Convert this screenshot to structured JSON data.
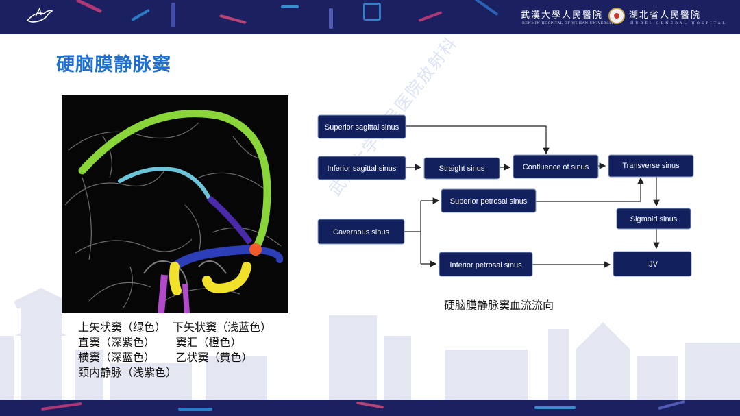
{
  "header": {
    "hospital_cn_1": "武漢大學人民醫院",
    "hospital_en_1": "RENMIN HOSPITAL OF WUHAN UNIVERSITY",
    "hospital_cn_2": "湖北省人民醫院",
    "hospital_en_2": "HUBEI GENERAL HOSPITAL",
    "brand_color": "#1b2160"
  },
  "slide": {
    "title": "硬脑膜静脉窦",
    "title_color": "#1e6fd2"
  },
  "image_caption": {
    "line1": "上矢状窦（绿色）  下矢状窦（浅蓝色）",
    "line2": "直窦（深紫色）      窦汇（橙色）",
    "line3": "横窦（深蓝色）      乙状窦（黄色）",
    "line4": "颈内静脉（浅紫色）"
  },
  "flowchart": {
    "caption": "硬脑膜静脉窦血流流向",
    "nodes": {
      "superior_sagittal": "Superior sagittal sinus",
      "inferior_sagittal": "Inferior sagittal sinus",
      "straight": "Straight sinus",
      "confluence": "Confluence of sinus",
      "transverse": "Transverse sinus",
      "superior_petrosal": "Superior petrosal sinus",
      "cavernous": "Cavernous sinus",
      "sigmoid": "Sigmoid sinus",
      "inferior_petrosal": "Inferior petrosal sinus",
      "ijv": "IJV"
    },
    "node_color": "#12215e"
  },
  "watermark": "武汉大学人民医院放射科"
}
